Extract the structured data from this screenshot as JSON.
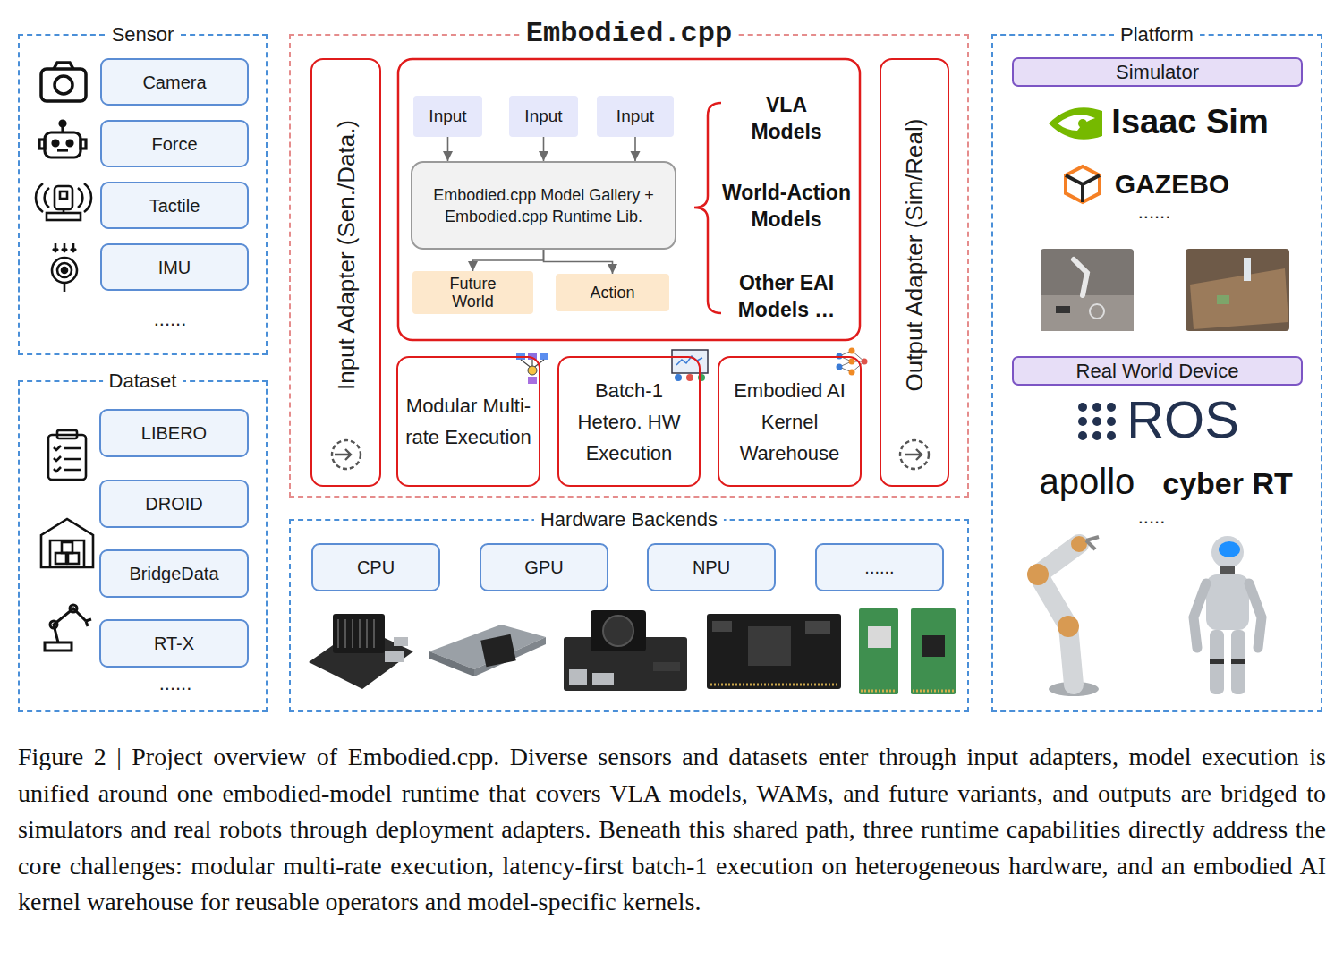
{
  "diagram": {
    "caption": "Figure 2 | Project overview of Embodied.cpp. Diverse sensors and datasets enter through input adapters, model execution is unified around one embodied-model runtime that covers VLA models, WAMs, and future variants, and outputs are bridged to simulators and real robots through deployment adapters. Beneath this shared path, three runtime capabilities directly address the core challenges: modular multi-rate execution, latency-first batch-1 execution on heterogeneous hardware, and an embodied AI kernel warehouse for reusable operators and model-specific kernels.",
    "nodes": [
      {
        "text": [
          "Sensor"
        ]
      },
      {
        "text": [
          "Camera"
        ],
        "in": 0
      },
      {
        "text": [
          "Force"
        ],
        "in": 0
      },
      {
        "text": [
          "Tactile"
        ],
        "in": 0
      },
      {
        "text": [
          "IMU"
        ],
        "in": 0
      },
      {
        "text": [
          "Dataset"
        ]
      },
      {
        "text": [
          "LIBERO"
        ],
        "in": 5
      },
      {
        "text": [
          "DROID"
        ],
        "in": 5
      },
      {
        "text": [
          "BridgeData"
        ],
        "in": 5
      },
      {
        "text": [
          "RT-X"
        ],
        "in": 5
      },
      {
        "text": [
          "Embodied.cpp"
        ]
      },
      {
        "text": [
          "Input Adapter (Sen./Data.)"
        ],
        "in": 10
      },
      {
        "text": [
          "Input"
        ],
        "in": 10
      },
      {
        "text": [
          "Input"
        ],
        "in": 10
      },
      {
        "text": [
          "Input"
        ],
        "in": 10
      },
      {
        "text": [
          "Embodied.cpp Model Gallery + Embodied.cpp Runtime Lib."
        ],
        "in": 10
      },
      {
        "text": [
          "Future World"
        ],
        "in": 10
      },
      {
        "text": [
          "Action"
        ],
        "in": 10
      },
      {
        "text": [
          "Modular Multi-rate Execution"
        ],
        "in": 10
      },
      {
        "text": [
          "Batch-1 Hetero. HW Execution"
        ],
        "in": 10
      },
      {
        "text": [
          "Embodied AI Kernel Warehouse"
        ],
        "in": 10
      },
      {
        "text": [
          "Output Adapter (Sim/Real)"
        ],
        "in": 10
      },
      {
        "text": [
          "Hardware Backends"
        ]
      },
      {
        "text": [
          "CPU"
        ],
        "in": 22
      },
      {
        "text": [
          "GPU"
        ],
        "in": 22
      },
      {
        "text": [
          "NPU"
        ],
        "in": 22
      },
      {
        "text": [
          "......"
        ],
        "in": 22
      },
      {
        "text": [
          "Platform"
        ]
      },
      {
        "text": [
          "Simulator"
        ],
        "in": 27
      },
      {
        "text": [
          "Real World Device"
        ],
        "in": 27
      }
    ],
    "edges": [
      {
        "from": 12,
        "to": 15,
        "arrow": "to"
      },
      {
        "from": 13,
        "to": 15,
        "arrow": "to"
      },
      {
        "from": 14,
        "to": 15,
        "arrow": "to"
      },
      {
        "from": 15,
        "to": 16,
        "arrow": "to"
      },
      {
        "from": 15,
        "to": 17,
        "arrow": "to"
      }
    ],
    "labels": [
      "......",
      "......",
      "VLA Models",
      "World-Action Models",
      "Other EAI Models …",
      "Isaac Sim",
      "GAZEBO",
      "......",
      "ROS",
      "apollo",
      "cyber RT",
      "....."
    ]
  }
}
